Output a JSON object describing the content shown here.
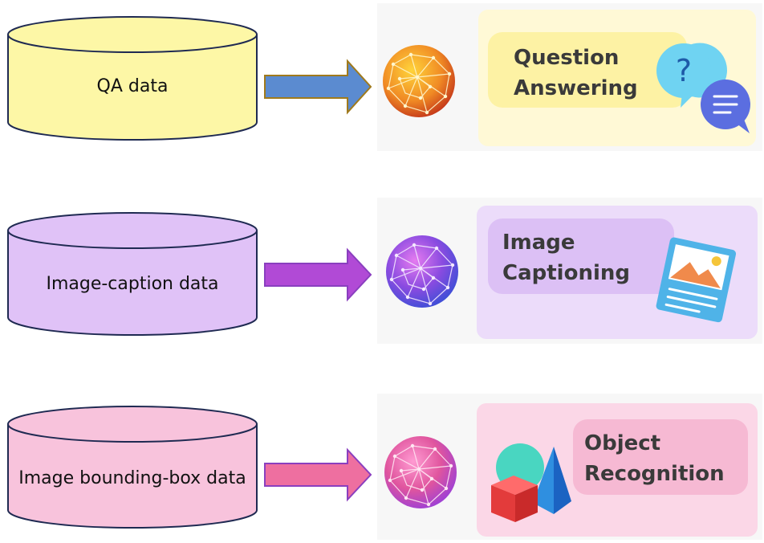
{
  "rows": [
    {
      "id": "qa",
      "database_label": "QA data",
      "task_title_line1": "Question",
      "task_title_line2": "Answering",
      "task_icon": "question-chat-bubbles-icon",
      "colors": {
        "db_fill": "#fdf7a6",
        "arrow": "#5b8bd0",
        "panel": "#fff9d6",
        "title_box": "#fdf2a4"
      }
    },
    {
      "id": "caption",
      "database_label": "Image-caption data",
      "task_title_line1": "Image",
      "task_title_line2": "Captioning",
      "task_icon": "framed-picture-icon",
      "colors": {
        "db_fill": "#e0c2f7",
        "arrow": "#b14ad6",
        "panel": "#ecdcfa",
        "title_box": "#dcc0f5"
      }
    },
    {
      "id": "bbox",
      "database_label": "Image bounding-box data",
      "task_title_line1": "Object",
      "task_title_line2": "Recognition",
      "task_icon": "3d-shapes-icon",
      "colors": {
        "db_fill": "#f8c3dc",
        "arrow": "#ee6fa0",
        "panel": "#fbd7e7",
        "title_box": "#f6b9d3"
      }
    }
  ]
}
